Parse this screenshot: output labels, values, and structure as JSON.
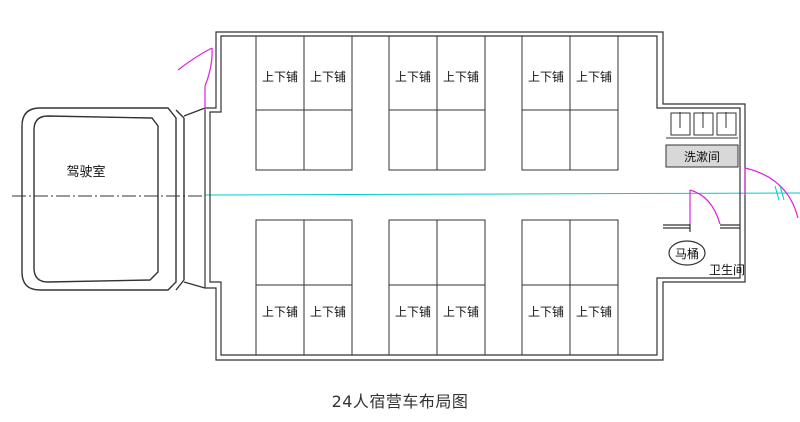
{
  "diagram": {
    "caption": "24人宿营车布局图",
    "labels": {
      "cab": "驾驶室",
      "washroom": "洗漱间",
      "toilet": "马桶",
      "restroom": "卫生间"
    },
    "bunk_label": "上下铺",
    "bunk_rows": [
      {
        "name": "top",
        "bunks": [
          "上下铺",
          "上下铺",
          "上下铺",
          "上下铺",
          "上下铺",
          "上下铺"
        ]
      },
      {
        "name": "bottom",
        "bunks": [
          "上下铺",
          "上下铺",
          "上下铺",
          "上下铺",
          "上下铺",
          "上下铺"
        ]
      }
    ],
    "colors": {
      "line": "#333333",
      "door": "#e020e0",
      "centerline": "#00cccc",
      "wash_fill": "#d8d8d8"
    }
  }
}
